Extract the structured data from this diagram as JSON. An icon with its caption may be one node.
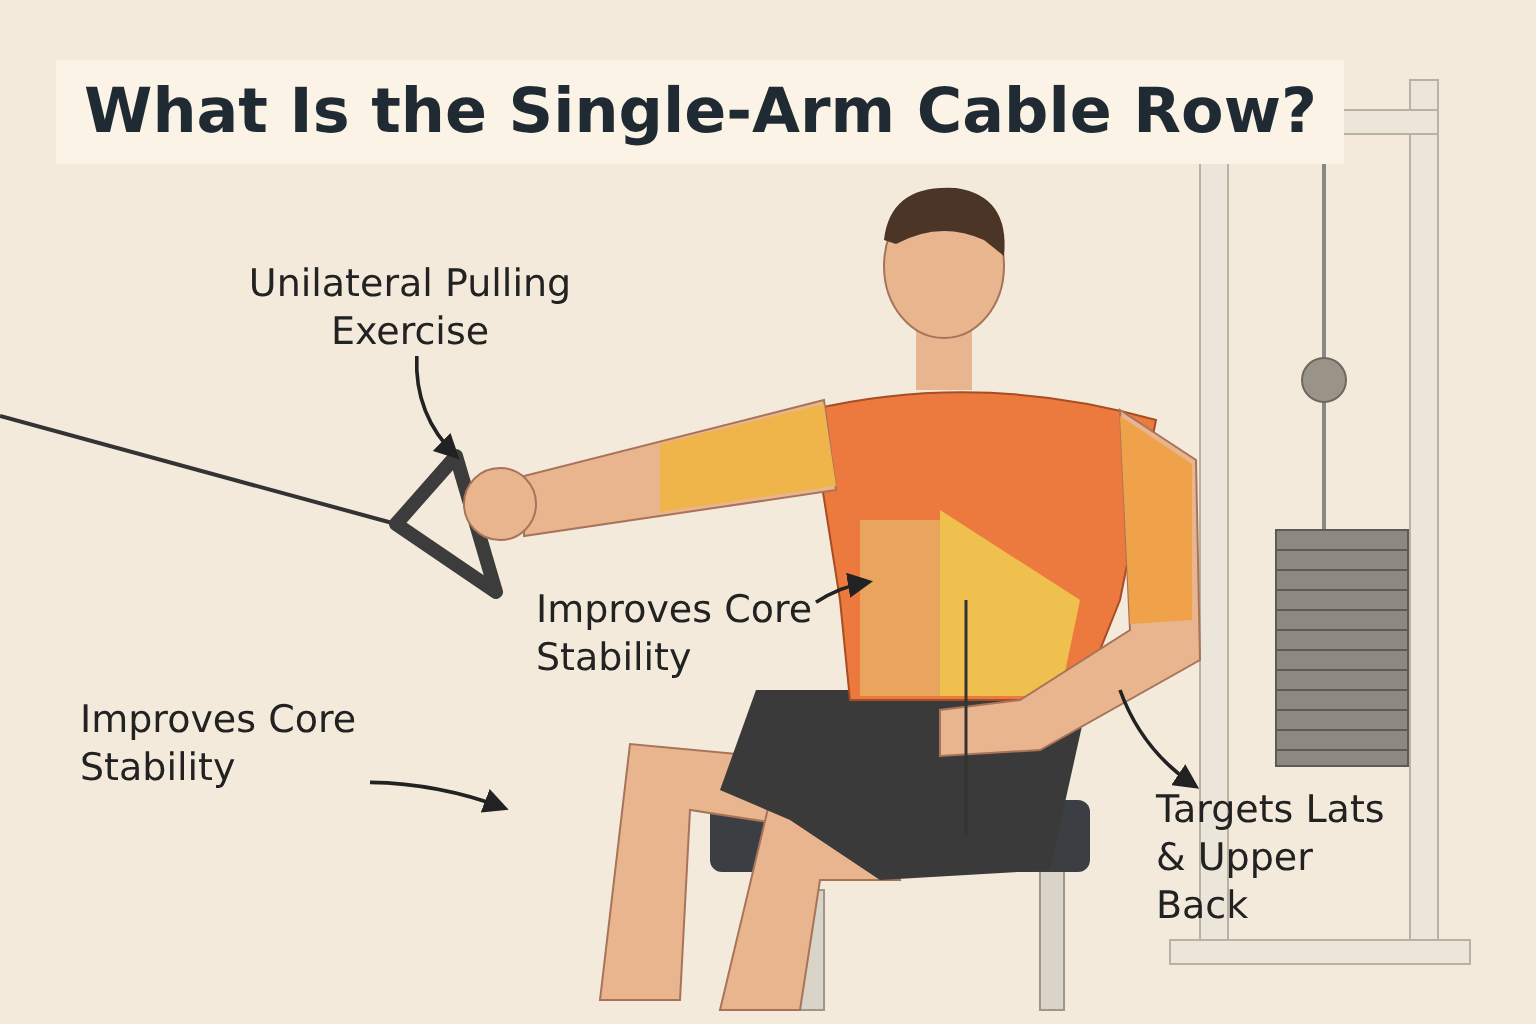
{
  "diagram": {
    "title": "What Is the Single-Arm Cable Row?",
    "nodes": [
      {
        "text": [
          "Unilateral Pulling Exercise"
        ]
      },
      {
        "text": [
          "Improves Core Stability"
        ]
      },
      {
        "text": [
          "Improves Core Stability"
        ]
      },
      {
        "text": [
          "Targets Lats & Upper Back"
        ]
      },
      {
        "text": [],
        "shape": "picture"
      }
    ],
    "edges": [
      {
        "from": 0,
        "to": 4,
        "arrow": "to"
      },
      {
        "from": 1,
        "to": null,
        "arrow": "to"
      },
      {
        "from": 2,
        "to": null,
        "arrow": "to"
      },
      {
        "from": null,
        "to": 3,
        "arrow": "to"
      }
    ]
  }
}
